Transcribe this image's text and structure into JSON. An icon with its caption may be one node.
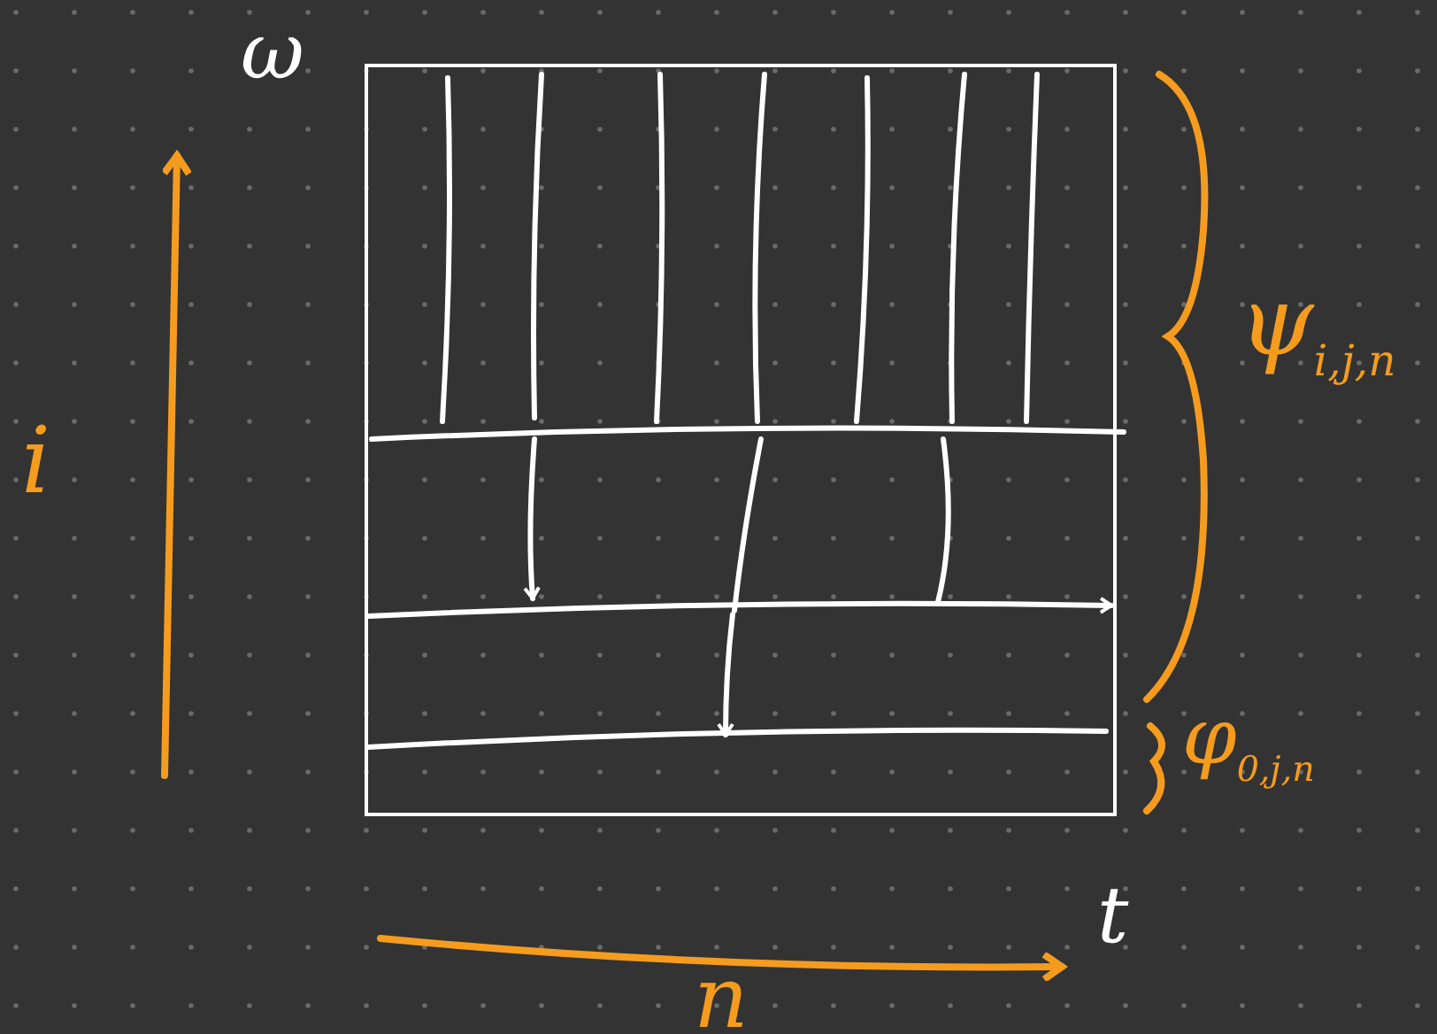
{
  "diagram": {
    "labels": [
      "ω",
      "i",
      "ψ$_{i,j,n}$",
      "φ$_{0,j,n}$",
      "t",
      "n"
    ]
  }
}
